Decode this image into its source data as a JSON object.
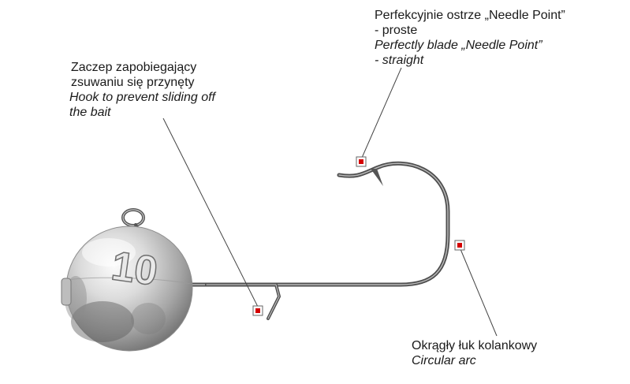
{
  "callouts": {
    "needle_point": {
      "pl_line1": "Perfekcyjnie ostrze „Needle Point”",
      "pl_line2": "- proste",
      "en_line1": "Perfectly blade „Needle Point”",
      "en_line2": "- straight"
    },
    "bait_hook": {
      "pl_line1": "Zaczep zapobiegający",
      "pl_line2": "zsuwaniu się przynęty",
      "en_line1": "Hook to prevent sliding off",
      "en_line2": "the bait"
    },
    "arc": {
      "pl_line1": "Okrągły łuk kolankowy",
      "en_line1": "Circular arc"
    }
  },
  "jig_head": {
    "weight_mark": "10"
  },
  "colors": {
    "marker_red": "#d40000",
    "leader_line": "#444444",
    "hook_wire": "#6f6f6f",
    "lead_head_light": "#f2f2f2",
    "lead_head_dark": "#6c6c6c"
  }
}
